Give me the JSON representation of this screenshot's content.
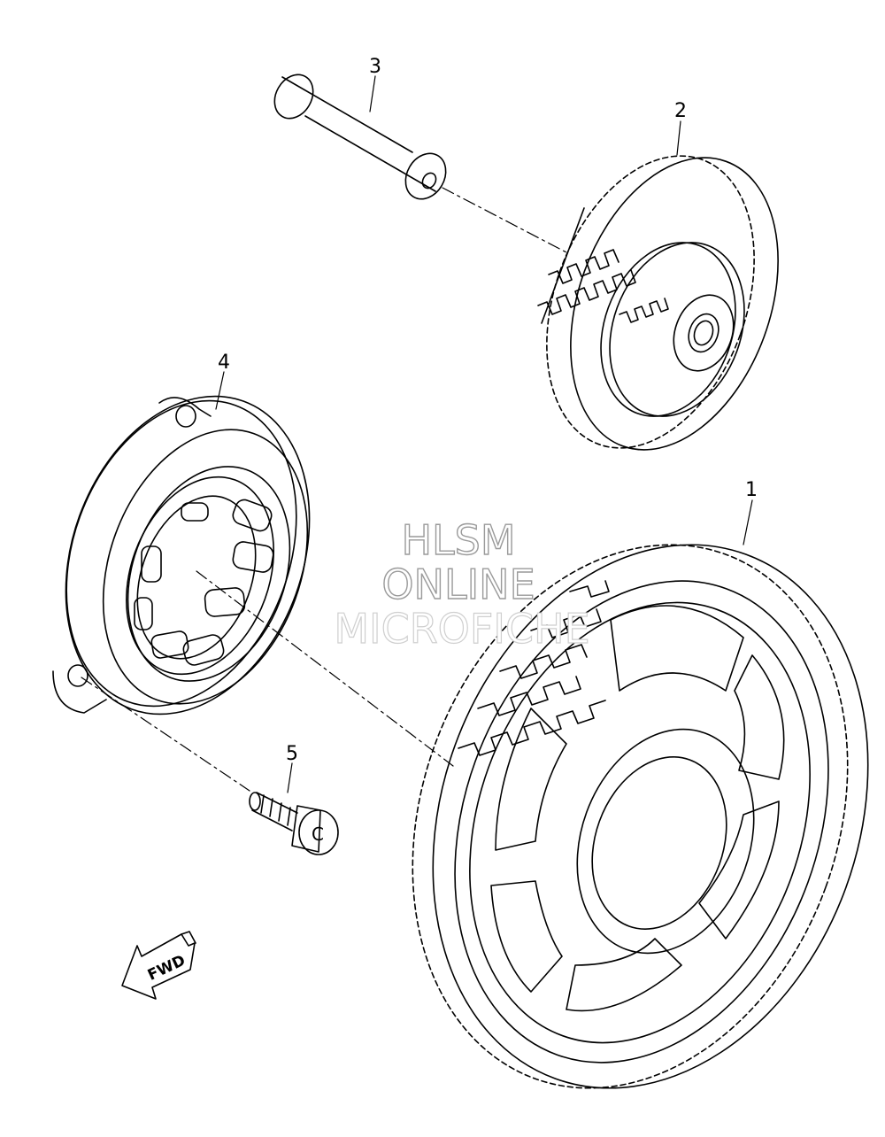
{
  "callouts": {
    "p1": "1",
    "p2": "2",
    "p3": "3",
    "p4": "4",
    "p5": "5"
  },
  "bolt_mark": "C",
  "direction_label": "FWD",
  "watermark": {
    "line1": "HLSM",
    "line2": "ONLINE",
    "line3": "MICROFICHE"
  },
  "colors": {
    "line": "#000000",
    "background": "#ffffff",
    "watermark_outline": "#9a9a9a"
  }
}
